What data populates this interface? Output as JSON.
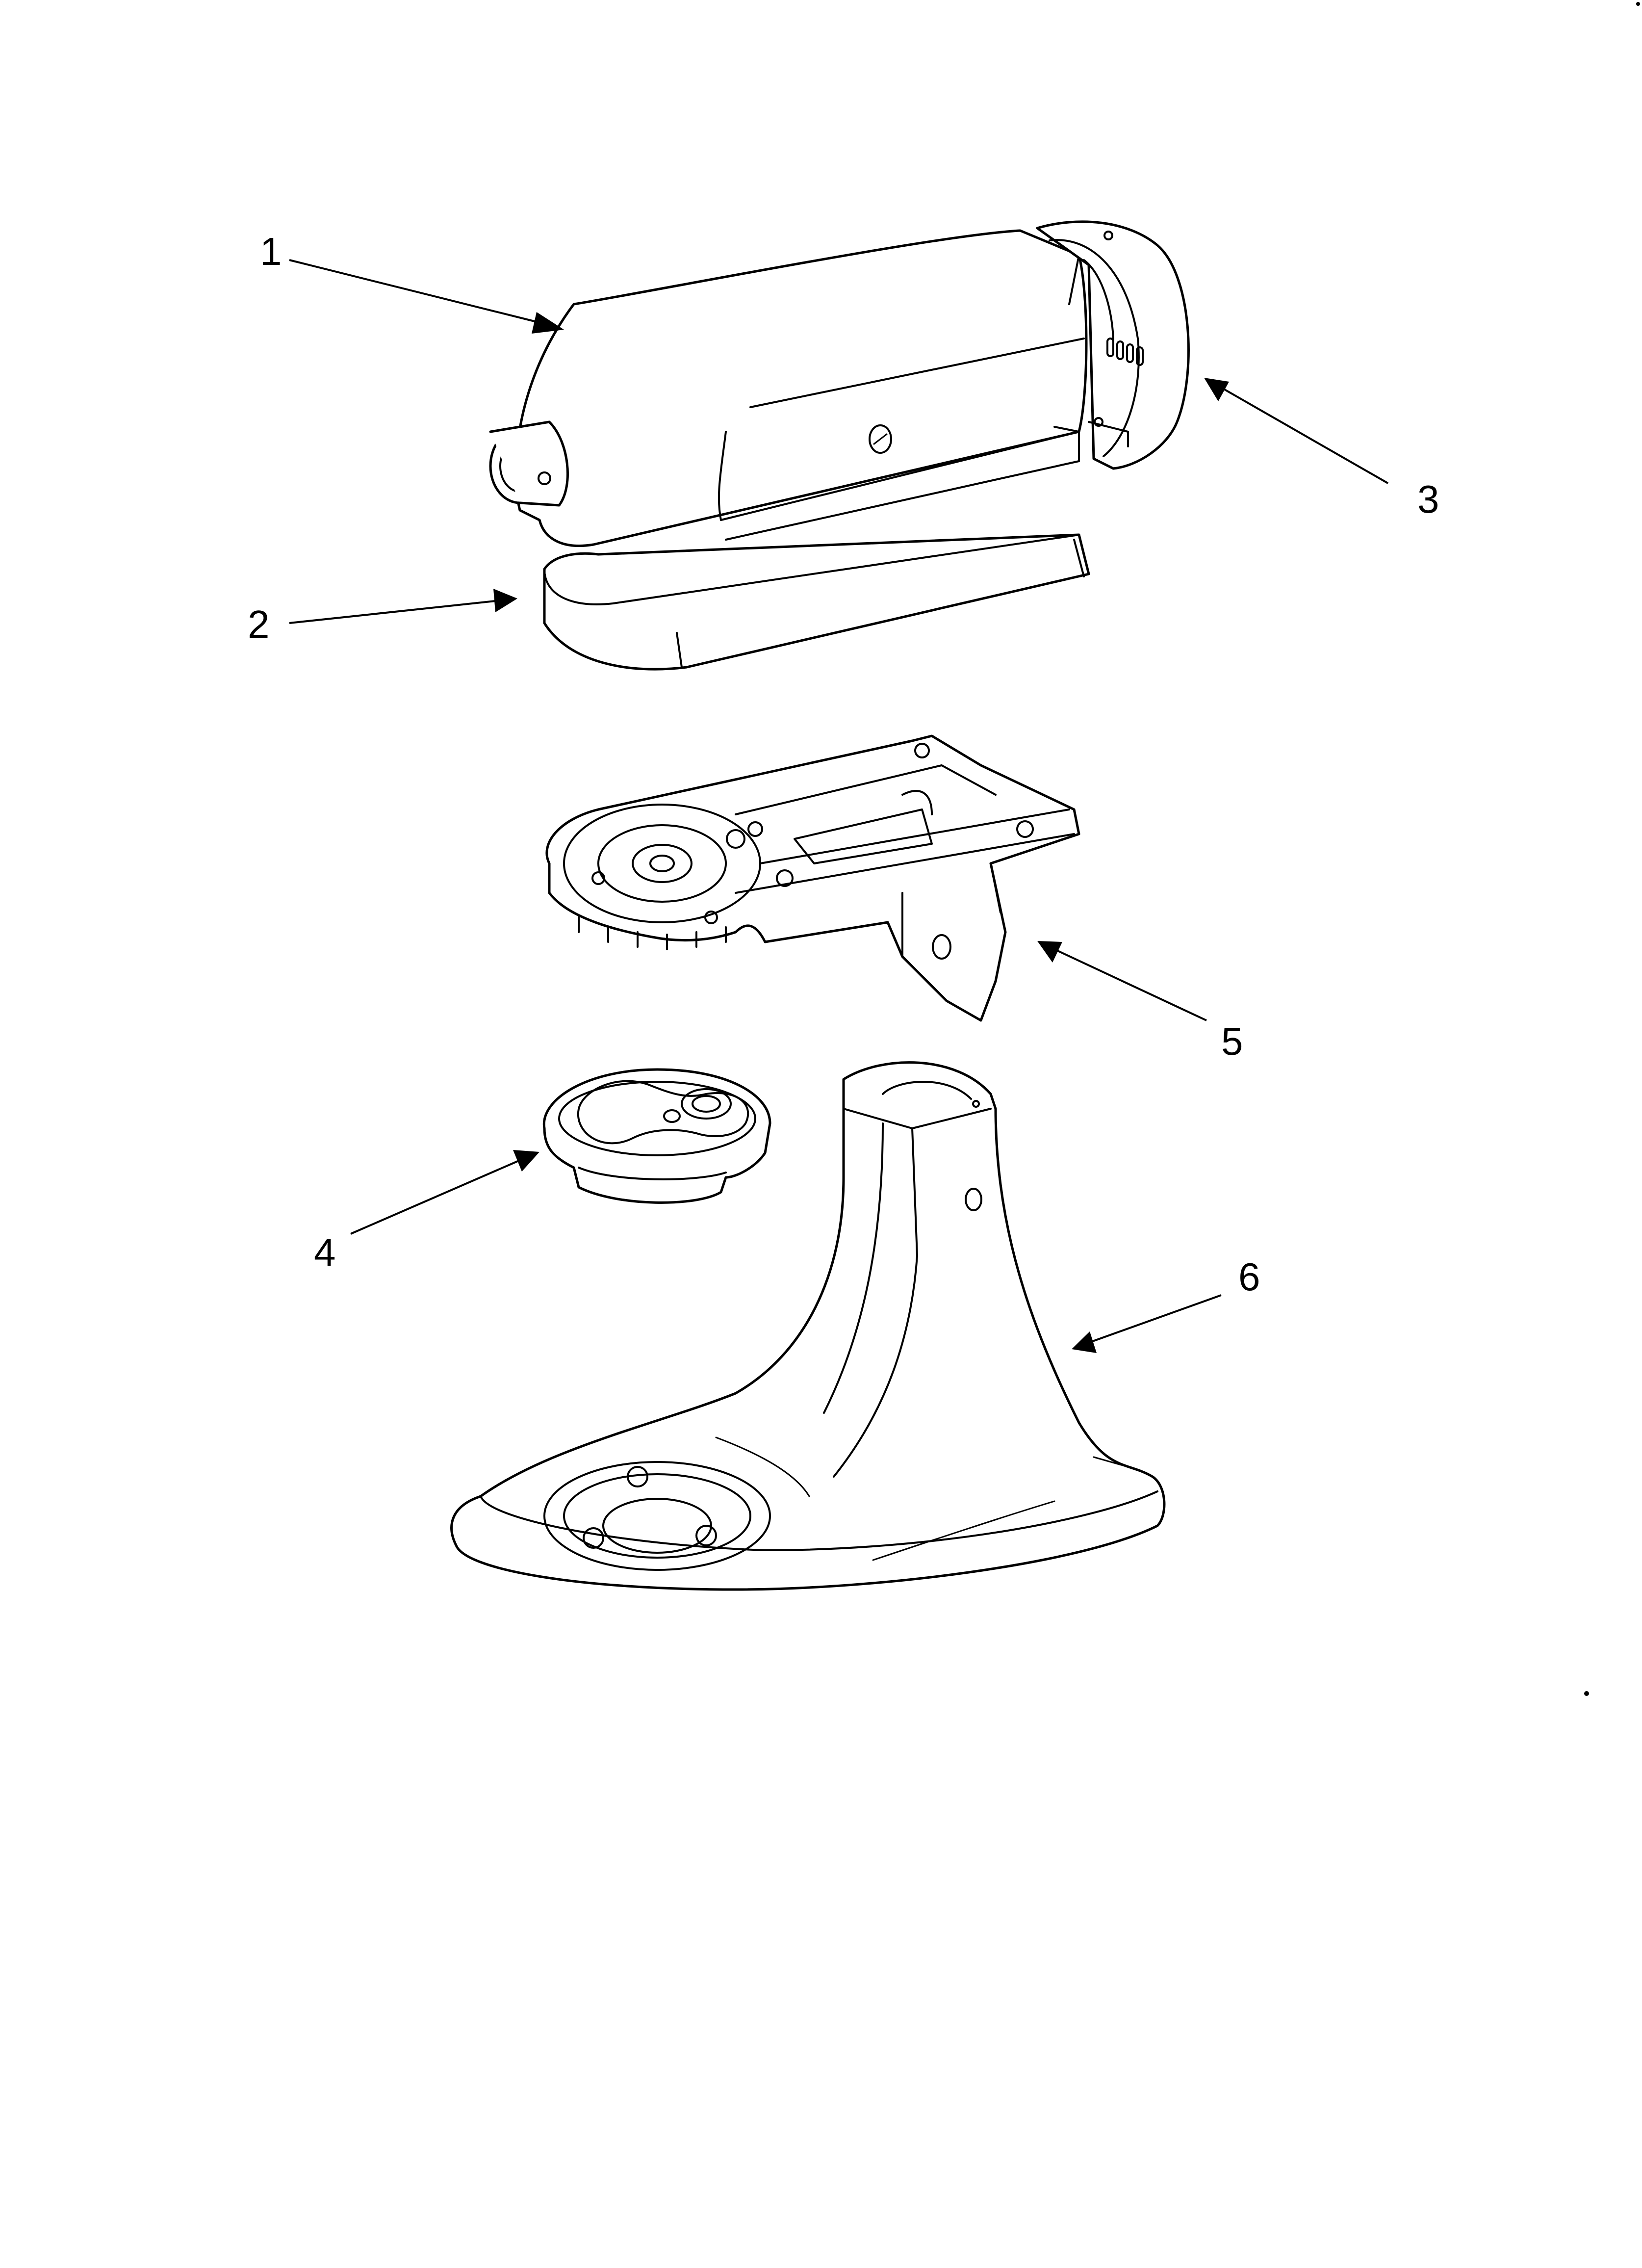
{
  "diagram": {
    "callouts": [
      {
        "id": "1",
        "label": "1"
      },
      {
        "id": "2",
        "label": "2"
      },
      {
        "id": "3",
        "label": "3"
      },
      {
        "id": "4",
        "label": "4"
      },
      {
        "id": "5",
        "label": "5"
      },
      {
        "id": "6",
        "label": "6"
      }
    ],
    "parts": [
      "motor-housing",
      "housing-band",
      "rear-cover",
      "planetary-drive",
      "gear-case",
      "pedestal-base"
    ],
    "colors": {
      "line": "#000000",
      "background": "#ffffff"
    }
  }
}
